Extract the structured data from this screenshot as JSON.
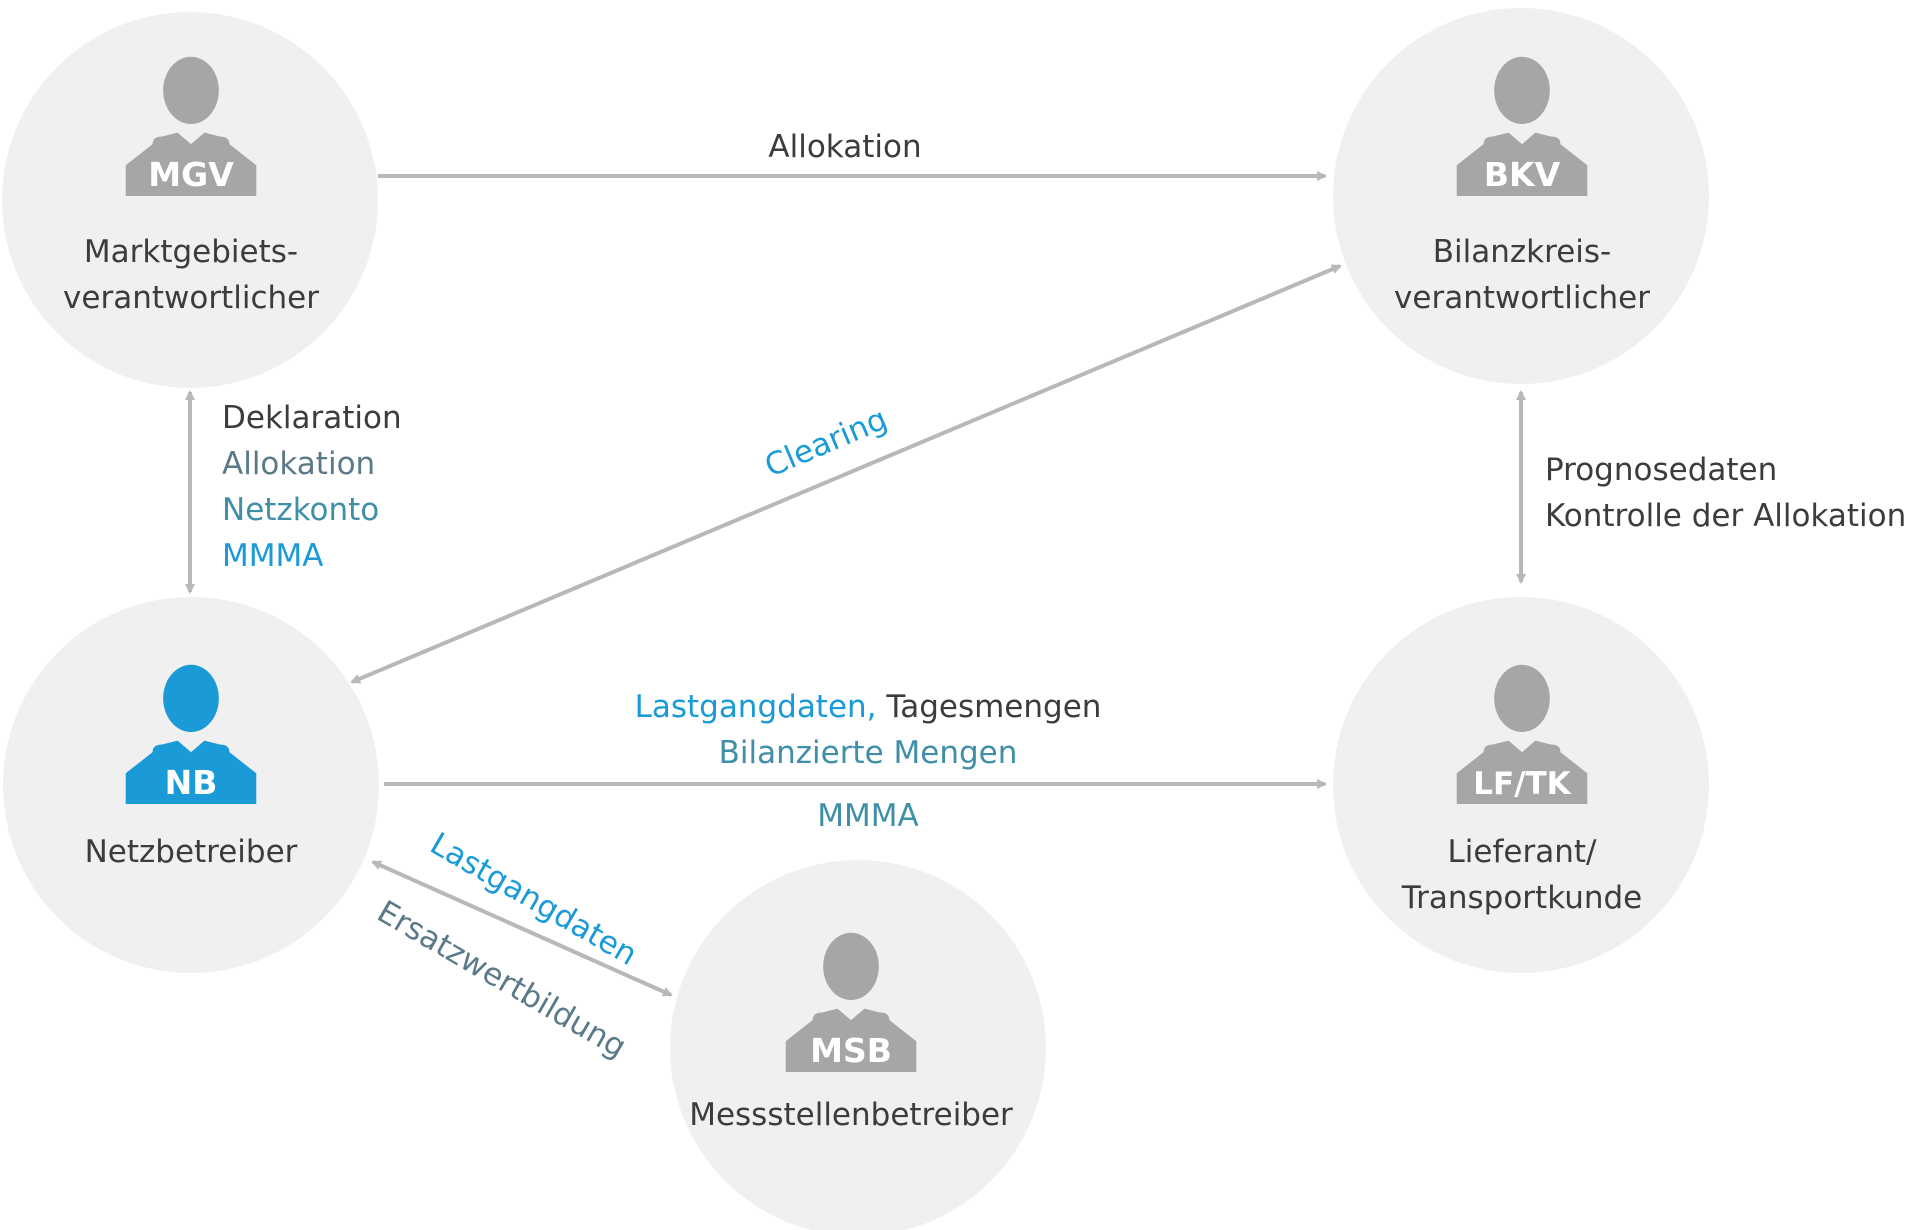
{
  "nodes": {
    "mgv": {
      "abbr": "MGV",
      "name_line1": "Marktgebiets-",
      "name_line2": "verantwortlicher"
    },
    "bkv": {
      "abbr": "BKV",
      "name_line1": "Bilanzkreis-",
      "name_line2": "verantwortlicher"
    },
    "nb": {
      "abbr": "NB",
      "name_line1": "Netzbetreiber"
    },
    "lftk": {
      "abbr": "LF/TK",
      "name_line1": "Lieferant/",
      "name_line2": "Transportkunde"
    },
    "msb": {
      "abbr": "MSB",
      "name_line1": "Messstellenbetreiber"
    }
  },
  "edges": {
    "mgv_bkv": {
      "label": "Allokation"
    },
    "mgv_nb": {
      "line1": "Deklaration",
      "line2": "Allokation",
      "line3": "Netzkonto",
      "line4": "MMMA"
    },
    "nb_bkv": {
      "label": "Clearing"
    },
    "bkv_lftk": {
      "line1": "Prognosedaten",
      "line2": "Kontrolle der Allokation"
    },
    "nb_lftk": {
      "line1a": "Lastgangdaten,",
      "line1b": "Tagesmengen",
      "line2": "Bilanzierte Mengen",
      "line3": "MMMA"
    },
    "nb_msb": {
      "line1": "Lastgangdaten",
      "line2": "Ersatzwertbildung"
    }
  },
  "colors": {
    "circle": "#f0f0f0",
    "icon_gray": "#a6a6a6",
    "icon_blue": "#1a9ad6",
    "arrow": "#b8b8b8",
    "text_dark": "#3c3c3c",
    "text_blue": "#1a9ad6",
    "text_teal": "#3f8fa8",
    "text_slate": "#5a7a88"
  }
}
